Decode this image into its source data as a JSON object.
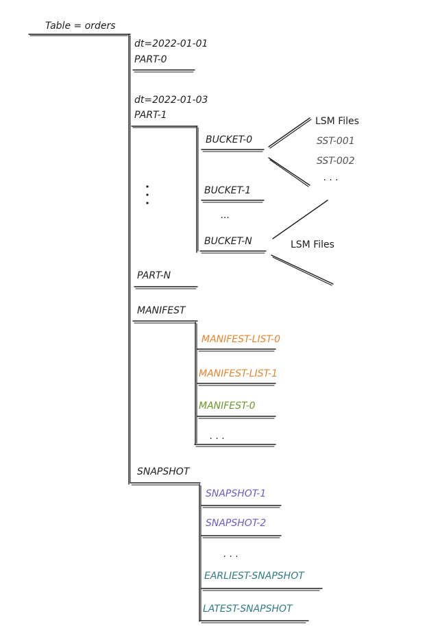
{
  "title": "Table = orders",
  "partitions": [
    {
      "dt": "dt=2022-01-01",
      "part": "PART-0"
    },
    {
      "dt": "dt=2022-01-03",
      "part": "PART-1"
    }
  ],
  "vertical_ellipsis": ":",
  "buckets": [
    "BUCKET-0",
    "BUCKET-1",
    "BUCKET-N"
  ],
  "bucket_ellipsis": "...",
  "lsm_top": {
    "label": "LSM Files",
    "files": [
      "SST-001",
      "SST-002"
    ],
    "ellipsis": ". . ."
  },
  "lsm_bottom": {
    "label": "LSM Files"
  },
  "part_n": "PART-N",
  "manifest": {
    "label": "MANIFEST",
    "items": [
      {
        "label": "MANIFEST-LIST-0",
        "color": "#e8852e"
      },
      {
        "label": "MANIFEST-LIST-1",
        "color": "#e8852e"
      },
      {
        "label": "MANIFEST-0",
        "color": "#6a9a2a"
      }
    ],
    "ellipsis": ". . ."
  },
  "snapshot": {
    "label": "SNAPSHOT",
    "items": [
      {
        "label": "SNAPSHOT-1",
        "color": "#6a5acd"
      },
      {
        "label": "SNAPSHOT-2",
        "color": "#6a5acd"
      }
    ],
    "ellipsis": ". . .",
    "earliest": {
      "label": "EARLIEST-SNAPSHOT",
      "color": "#2e7d87"
    },
    "latest": {
      "label": "LATEST-SNAPSHOT",
      "color": "#2e7d87"
    }
  },
  "colors": {
    "ink": "#1e1e1e",
    "gray": "#555555"
  }
}
